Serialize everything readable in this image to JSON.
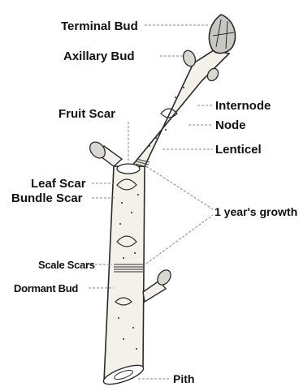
{
  "diagram": {
    "labels": {
      "terminal_bud": "Terminal Bud",
      "axillary_bud": "Axillary Bud",
      "internode": "Internode",
      "node": "Node",
      "fruit_scar": "Fruit Scar",
      "lenticel": "Lenticel",
      "leaf_scar": "Leaf Scar",
      "bundle_scar": "Bundle Scar",
      "one_year_growth": "1 year's growth",
      "scale_scars": "Scale Scars",
      "dormant_bud": "Dormant Bud",
      "pith": "Pith"
    },
    "colors": {
      "ink": "#2a2a2a",
      "bark": "#f3f1ea",
      "bud": "#c9c7c2",
      "scar_band": "#555555",
      "leader_line": "#888888"
    }
  }
}
